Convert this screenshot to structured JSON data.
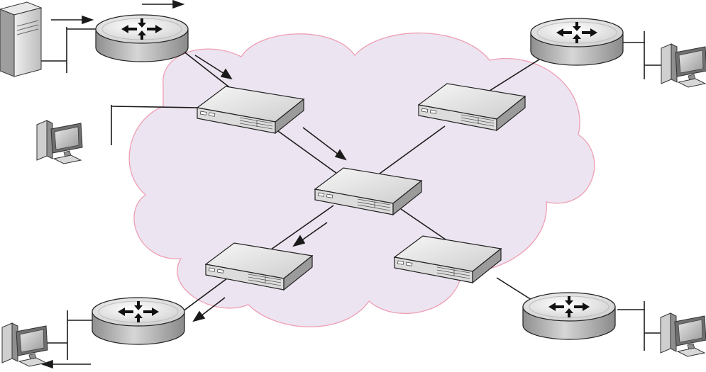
{
  "diagram": {
    "nodes": [
      {
        "id": "server",
        "type": "server"
      },
      {
        "id": "router-top-left",
        "type": "router"
      },
      {
        "id": "router-top-right",
        "type": "router"
      },
      {
        "id": "router-bottom-left",
        "type": "router"
      },
      {
        "id": "router-bottom-right",
        "type": "router"
      },
      {
        "id": "switch-upper-left",
        "type": "switch"
      },
      {
        "id": "switch-upper-right",
        "type": "switch"
      },
      {
        "id": "switch-center",
        "type": "switch"
      },
      {
        "id": "switch-lower-left",
        "type": "switch"
      },
      {
        "id": "switch-lower-right",
        "type": "switch"
      },
      {
        "id": "host-left",
        "type": "computer"
      },
      {
        "id": "host-top-right",
        "type": "computer"
      },
      {
        "id": "host-bottom-left",
        "type": "computer"
      },
      {
        "id": "host-bottom-right",
        "type": "computer"
      }
    ],
    "links": [
      [
        "router-top-left",
        "switch-upper-left"
      ],
      [
        "switch-upper-left",
        "switch-center"
      ],
      [
        "switch-center",
        "switch-upper-right"
      ],
      [
        "switch-upper-right",
        "router-top-right"
      ],
      [
        "switch-center",
        "switch-lower-left"
      ],
      [
        "switch-lower-left",
        "router-bottom-left"
      ],
      [
        "switch-center",
        "switch-lower-right"
      ],
      [
        "switch-lower-right",
        "router-bottom-right"
      ],
      [
        "host-left",
        "switch-upper-left"
      ]
    ],
    "flow_path": [
      "server",
      "router-top-left",
      "switch-upper-left",
      "switch-center",
      "switch-lower-left",
      "router-bottom-left",
      "host-bottom-left"
    ],
    "colors": {
      "cloud_fill": "#ece4f0",
      "cloud_stroke": "#ee9fb5",
      "line": "#1a1a1a",
      "device_top": "#f1f1f1",
      "device_side": "#a9a9a9"
    }
  }
}
